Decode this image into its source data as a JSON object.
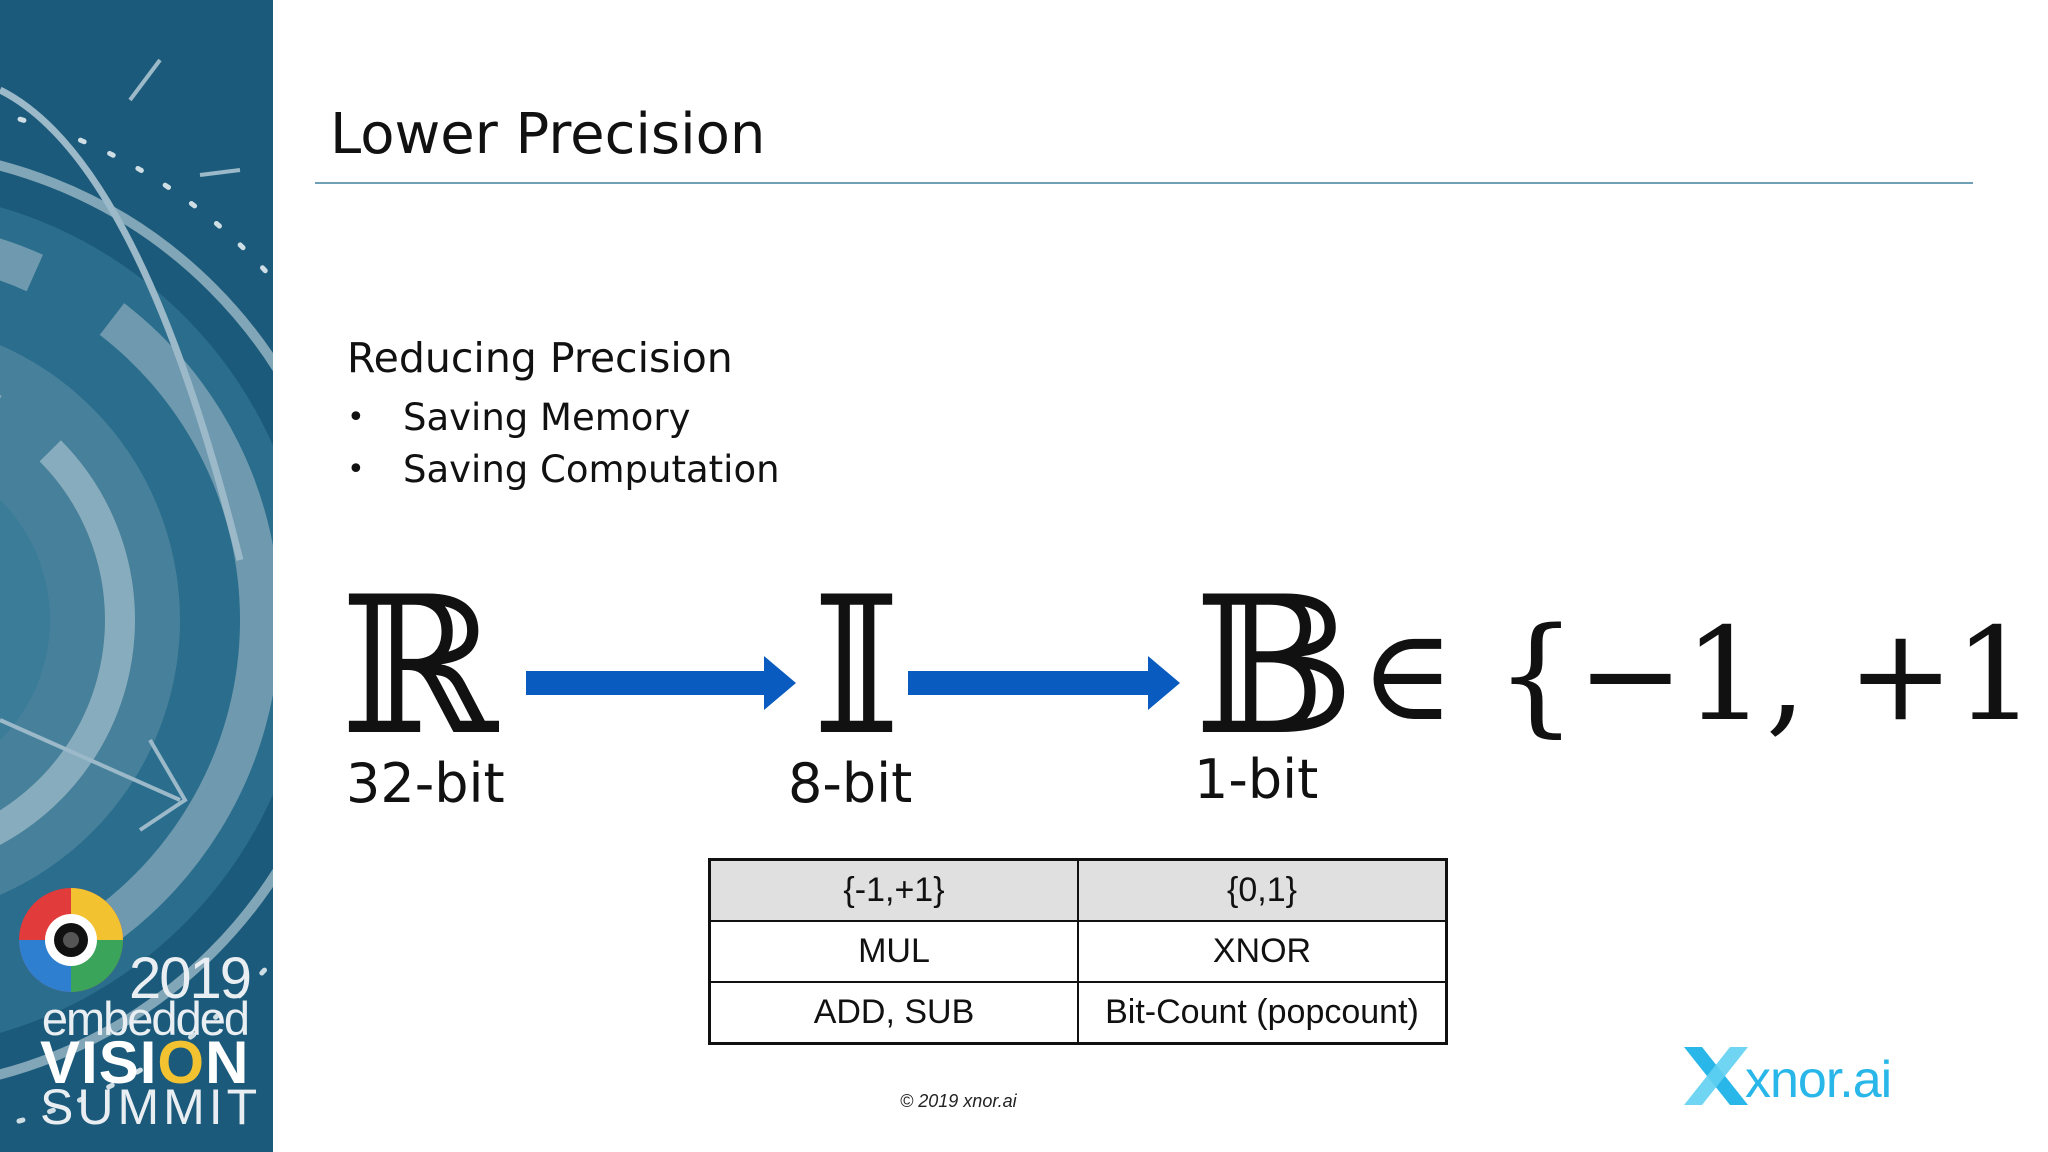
{
  "slide": {
    "title": "Lower Precision",
    "heading": "Reducing Precision",
    "bullets": [
      "Saving Memory",
      "Saving Computation"
    ],
    "bullet_glyph": "•"
  },
  "diagram": {
    "symbols": [
      {
        "glyph": "ℝ",
        "label": "32-bit"
      },
      {
        "glyph": "𝕀",
        "label": "8-bit"
      },
      {
        "glyph": "𝔹",
        "label": "1-bit"
      }
    ],
    "binary_set": "∈ {−1, +1}",
    "arrow_color": "#0a5bbf"
  },
  "ops_table": {
    "headers": [
      "{-1,+1}",
      "{0,1}"
    ],
    "rows": [
      [
        "MUL",
        "XNOR"
      ],
      [
        "ADD, SUB",
        "Bit-Count (popcount)"
      ]
    ]
  },
  "footer": {
    "copyright": "© 2019 xnor.ai",
    "brand": "xnor.ai",
    "brand_color": "#28b7e8"
  },
  "sidebar": {
    "year": "2019",
    "line1": "embedded",
    "line2_left": "VISI",
    "line2_o": "O",
    "line2_right": "N",
    "line3": "SUMMIT",
    "bg_color": "#1b5a7a"
  }
}
